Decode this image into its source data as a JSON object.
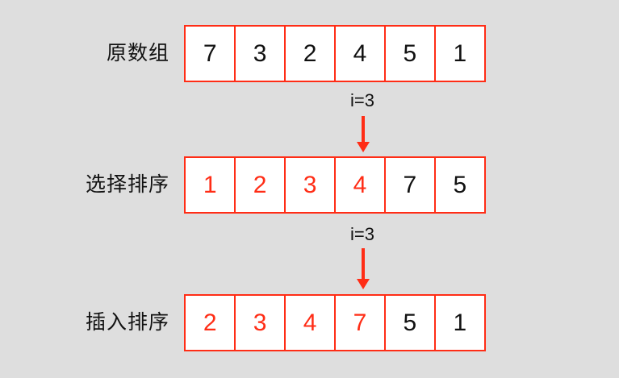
{
  "palette": {
    "background": "#dedede",
    "accent_red": "#ff2d16",
    "text_black": "#111111",
    "cell_background": "#ffffff"
  },
  "rows": [
    {
      "label": "原数组",
      "cells": [
        {
          "value": "7",
          "color": "black"
        },
        {
          "value": "3",
          "color": "black"
        },
        {
          "value": "2",
          "color": "black"
        },
        {
          "value": "4",
          "color": "black"
        },
        {
          "value": "5",
          "color": "black"
        },
        {
          "value": "1",
          "color": "black"
        }
      ]
    },
    {
      "label": "选择排序",
      "pointer": {
        "label": "i=3"
      },
      "cells": [
        {
          "value": "1",
          "color": "red"
        },
        {
          "value": "2",
          "color": "red"
        },
        {
          "value": "3",
          "color": "red"
        },
        {
          "value": "4",
          "color": "red"
        },
        {
          "value": "7",
          "color": "black"
        },
        {
          "value": "5",
          "color": "black"
        }
      ]
    },
    {
      "label": "插入排序",
      "pointer": {
        "label": "i=3"
      },
      "cells": [
        {
          "value": "2",
          "color": "red"
        },
        {
          "value": "3",
          "color": "red"
        },
        {
          "value": "4",
          "color": "red"
        },
        {
          "value": "7",
          "color": "red"
        },
        {
          "value": "5",
          "color": "black"
        },
        {
          "value": "1",
          "color": "black"
        }
      ]
    }
  ]
}
